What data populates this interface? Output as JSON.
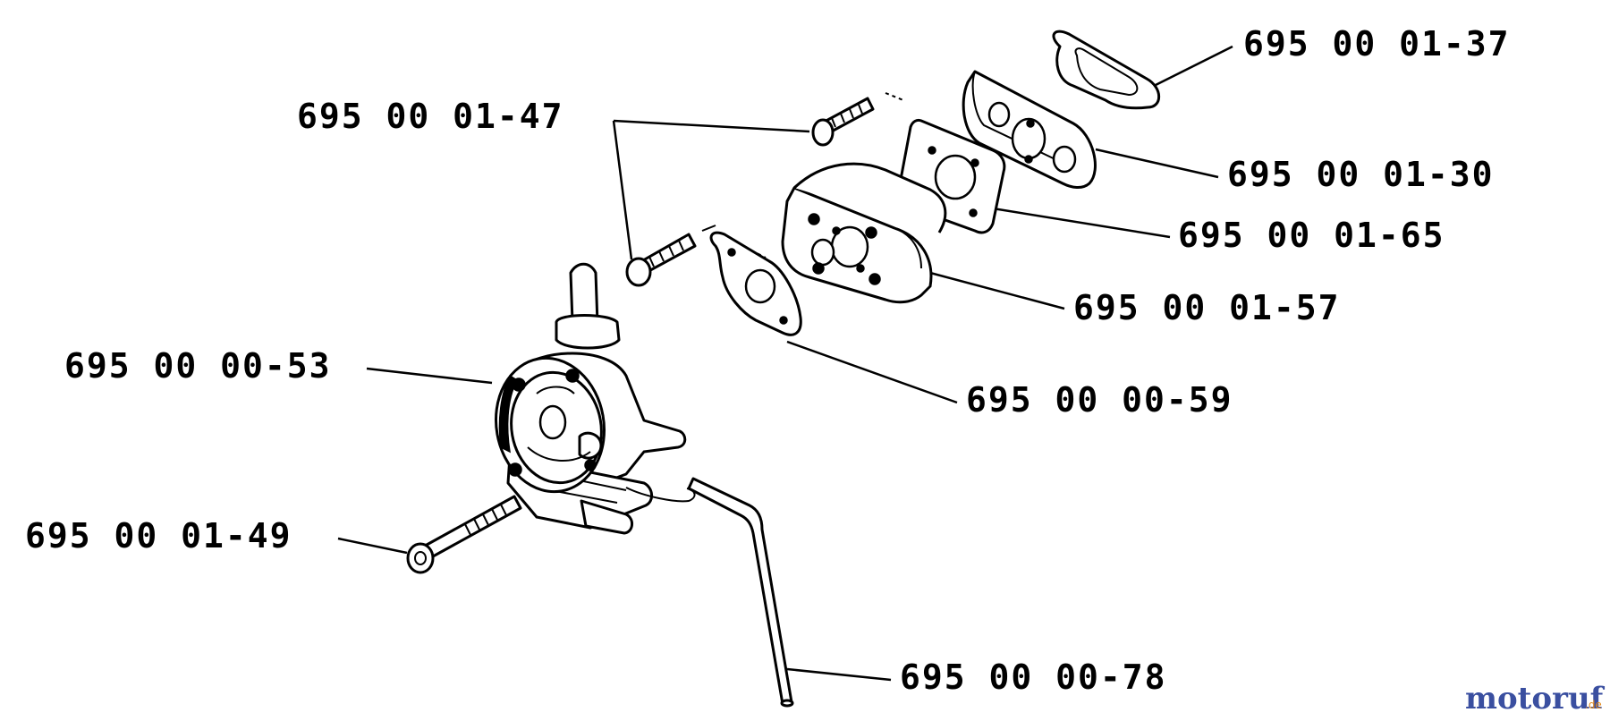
{
  "labels": {
    "p1": "695 00 01-37",
    "p2": "695 00 01-47",
    "p3": "695 00 01-30",
    "p4": "695 00 01-65",
    "p5": "695 00 01-57",
    "p6": "695 00 00-53",
    "p7": "695 00 00-59",
    "p8": "695 00 01-49",
    "p9": "695 00 00-78"
  },
  "watermark": {
    "brand": "motoruf",
    "tld": ".de"
  },
  "colors": {
    "line": "#000000",
    "background": "#ffffff",
    "wm_blue": "#3a4fa0",
    "wm_orange": "#e48a1a"
  }
}
